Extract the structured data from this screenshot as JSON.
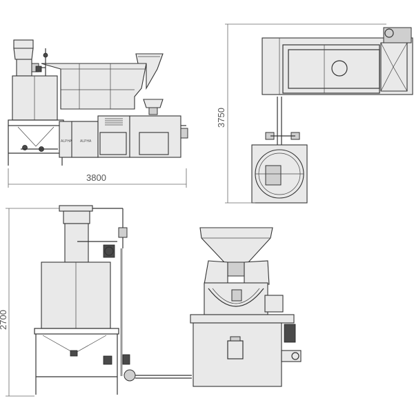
{
  "dimensions": {
    "front_width": "3800",
    "plan_depth": "3750",
    "side_height": "2700"
  },
  "views": {
    "front_elevation": {
      "logo_left": "ALPHA",
      "logo_right": "ALPHA"
    },
    "top_plan": {},
    "side_elevation": {}
  }
}
